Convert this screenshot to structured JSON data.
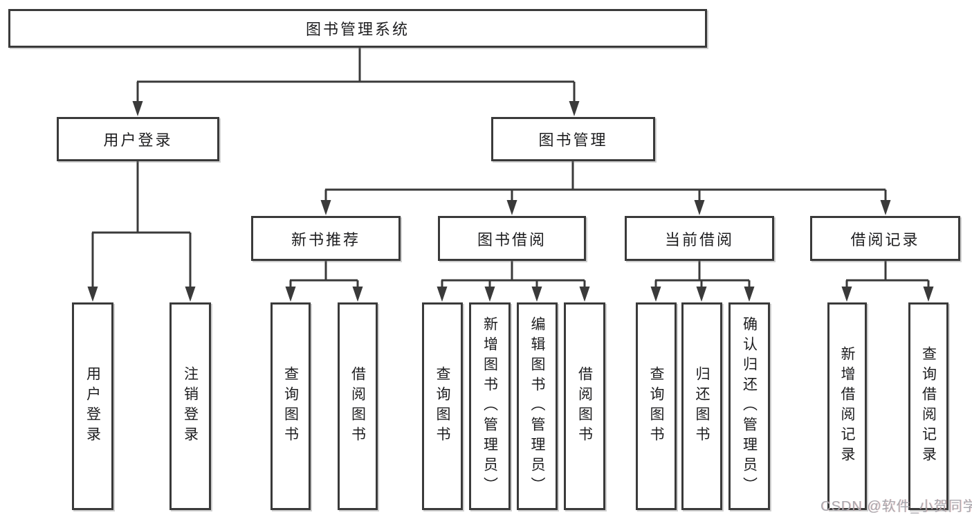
{
  "diagram": {
    "title": "图书管理系统",
    "level2": {
      "user_login": "用户登录",
      "book_mgmt": "图书管理"
    },
    "level3": {
      "new_books": "新书推荐",
      "borrowing": "图书借阅",
      "current": "当前借阅",
      "records": "借阅记录"
    },
    "leaves": {
      "login_user": "用户登录",
      "logout": "注销登录",
      "nb_query": "查询图书",
      "nb_borrow": "借阅图书",
      "bb_query": "查询图书",
      "bb_add": "新增图书（管理员）",
      "bb_edit": "编辑图书（管理员）",
      "bb_borrow": "借阅图书",
      "cb_query": "查询图书",
      "cb_return": "归还图书",
      "cb_confirm": "确认归还（管理员）",
      "br_add": "新增借阅记录",
      "br_query": "查询借阅记录"
    },
    "watermark": "CSDN @软件_小贺同学",
    "colors": {
      "line": "#3a3a3a",
      "text": "#1d1d1f",
      "watermark": "#a9a9af",
      "background": "#ffffff"
    }
  }
}
